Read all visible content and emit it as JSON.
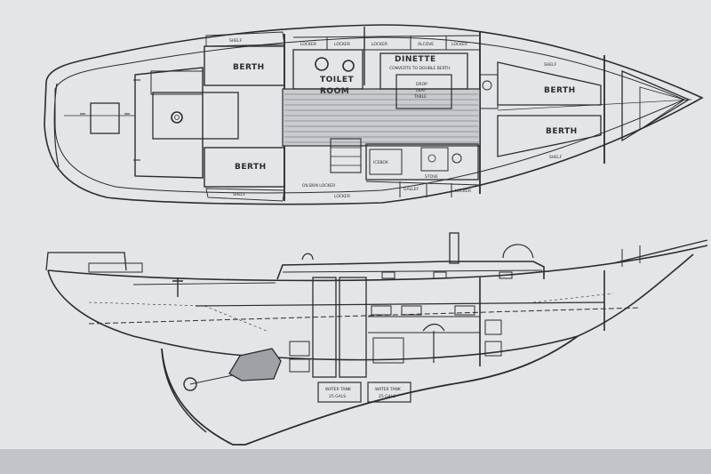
{
  "drawing": {
    "colors": {
      "paper": "#e6e7e9",
      "ink": "#2b2c30",
      "sole": "#5c5e63",
      "shade": "#c9cbce"
    },
    "plan_labels": {
      "berth_port_aft": "BERTH",
      "berth_stbd_aft": "BERTH",
      "toilet": "TOILET",
      "toilet_room": "ROOM",
      "dinette": "DINETTE",
      "converts": "CONVERTS TO DOUBLE BERTH",
      "drop_leaf": "DROP",
      "leaf": "LEAF",
      "table": "TABLE",
      "berth_fwd_upper": "BERTH",
      "berth_fwd_lower": "BERTH",
      "shelf_a": "SHELF",
      "shelf_b": "SHELF",
      "shelf_c": "SHELF",
      "shelf_d": "SHELF",
      "locker_1": "LOCKER",
      "locker_2": "LOCKER",
      "locker_3": "LOCKER",
      "alcove": "ALCOVE",
      "locker_4": "LOCKER",
      "oilskin_locker": "OILSKIN LOCKER",
      "locker_5": "LOCKER",
      "icebox": "ICEBOX",
      "stove": "STOVE",
      "galley": "GALLEY",
      "locker_6": "LOCKER"
    },
    "profile_labels": {
      "water_tank_port": "WATER TANK",
      "water_tank_port_size": "25 GALS",
      "water_tank_stbd": "WATER TANK",
      "water_tank_stbd_size": "25 GALS"
    }
  }
}
